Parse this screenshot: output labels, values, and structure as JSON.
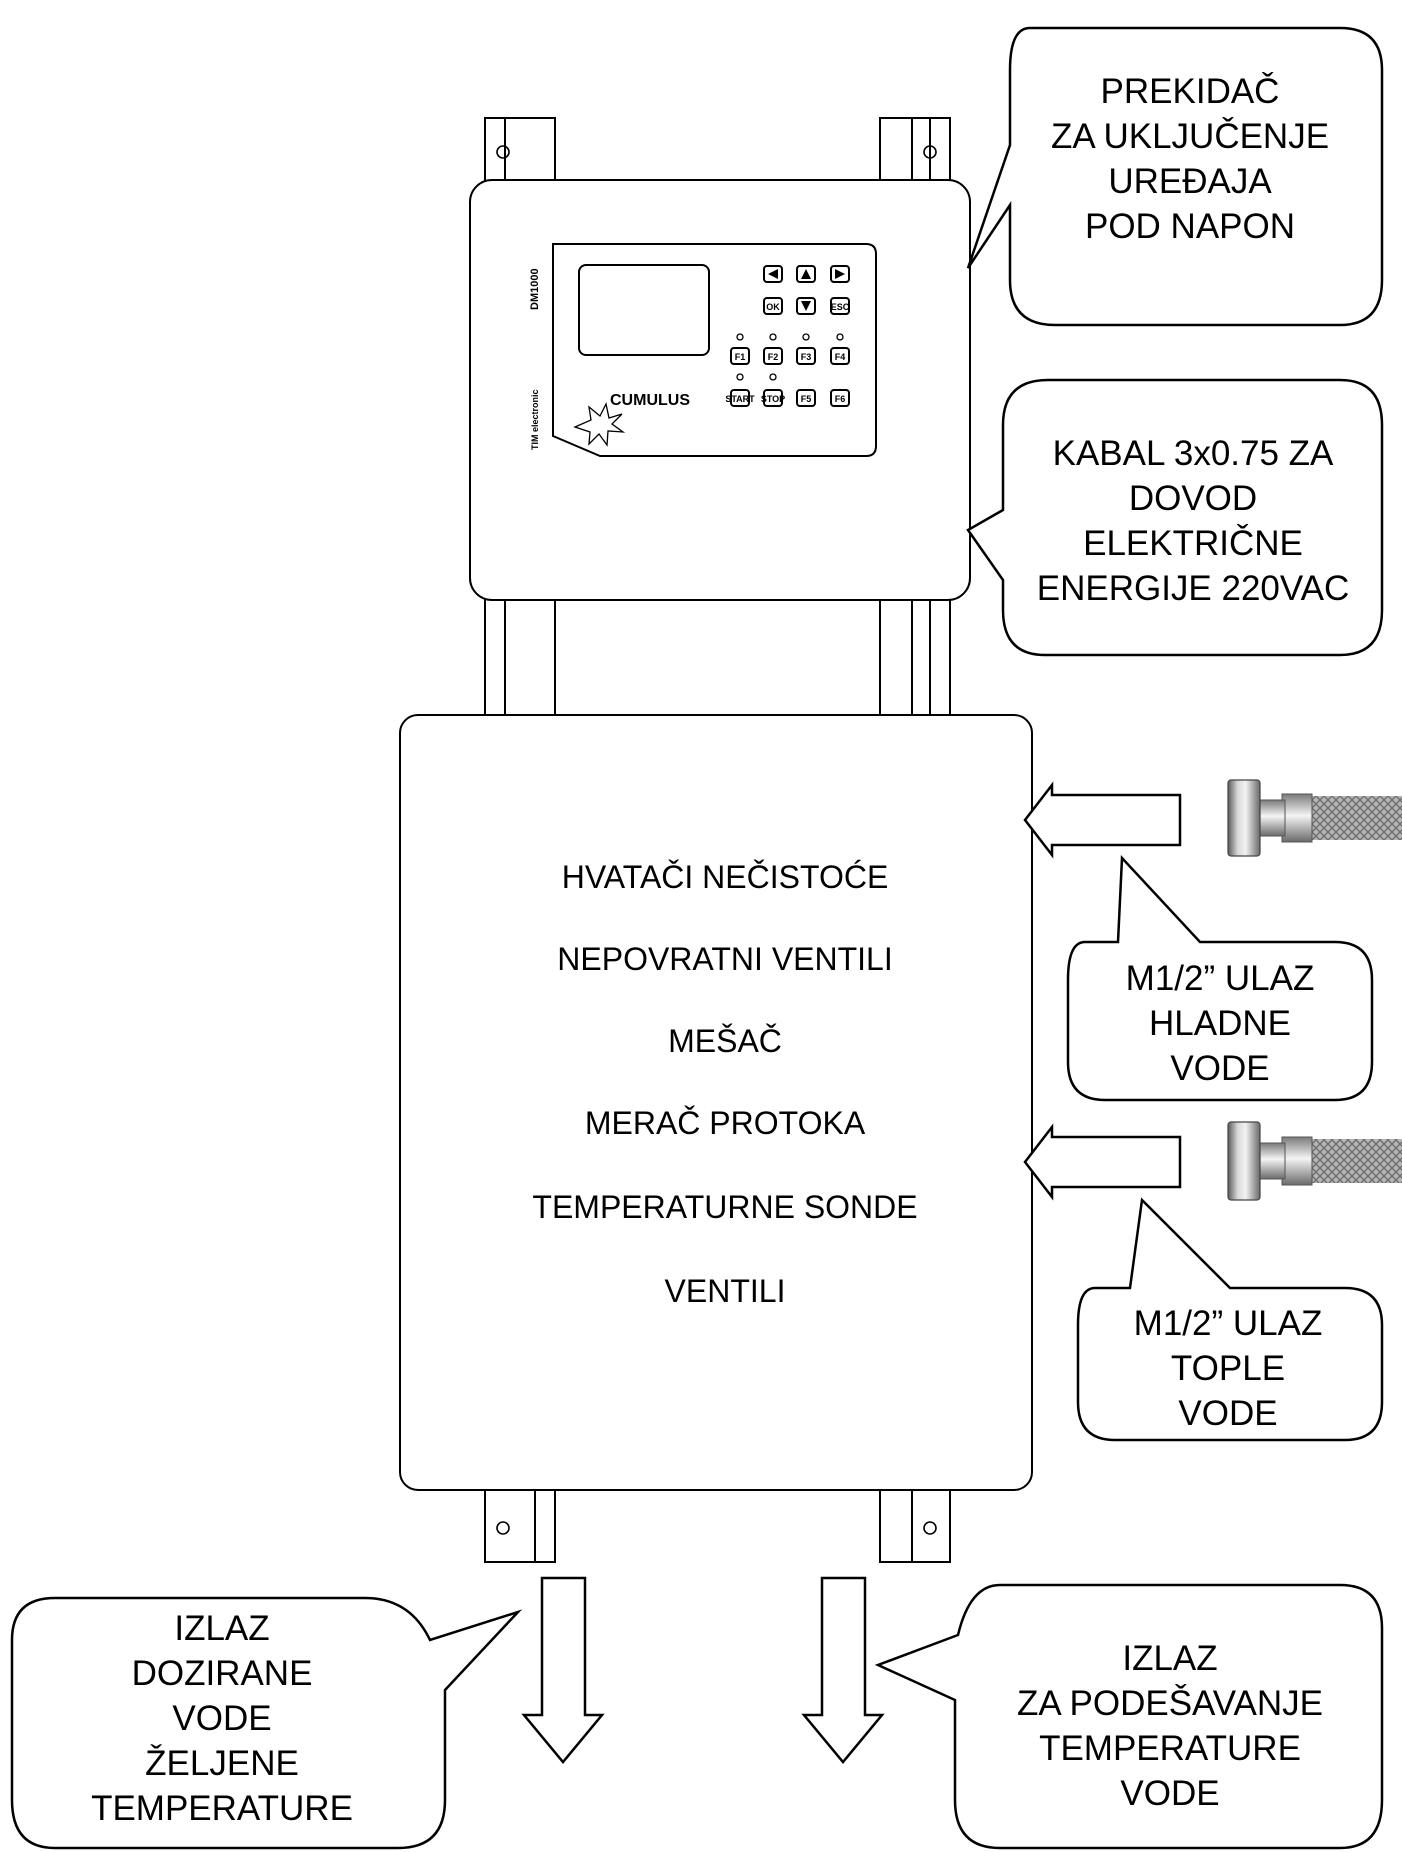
{
  "device": {
    "model": "DM1000",
    "brand": "TIM electronic",
    "product_name": "CUMULUS",
    "nav_buttons": [
      {
        "name": "left",
        "icon": "arrow-left-icon"
      },
      {
        "name": "up",
        "icon": "arrow-up-icon"
      },
      {
        "name": "right",
        "icon": "arrow-right-icon"
      },
      {
        "name": "ok",
        "label": "OK"
      },
      {
        "name": "down",
        "icon": "arrow-down-icon"
      },
      {
        "name": "esc",
        "label": "ESC"
      }
    ],
    "function_buttons": [
      "F1",
      "F2",
      "F3",
      "F4"
    ],
    "bottom_buttons": [
      "START",
      "STOP",
      "F5",
      "F6"
    ]
  },
  "callouts": {
    "power_switch": [
      "PREKIDAČ",
      "ZA UKLJUČENJE",
      "UREĐAJA",
      "POD NAPON"
    ],
    "power_cable": [
      "KABAL 3x0.75 ZA",
      "DOVOD",
      "ELEKTRIČNE",
      "ENERGIJE 220VAC"
    ],
    "cold_inlet": [
      "M1/2” ULAZ",
      "HLADNE",
      "VODE"
    ],
    "hot_inlet": [
      "M1/2” ULAZ",
      "TOPLE",
      "VODE"
    ],
    "outlet_dosed": [
      "IZLAZ",
      "DOZIRANE",
      "VODE",
      "ŽELJENE",
      "TEMPERATURE"
    ],
    "outlet_adjust": [
      "IZLAZ",
      "ZA PODEŠAVANJE",
      "TEMPERATURE",
      "VODE"
    ]
  },
  "components": [
    "HVATAČI NEČISTOĆE",
    "NEPOVRATNI VENTILI",
    "MEŠAČ",
    "MERAČ PROTOKA",
    "TEMPERATURNE SONDE",
    "VENTILI"
  ],
  "colors": {
    "line": "#000000",
    "background": "#ffffff",
    "fitting": "#9a9a9a",
    "hose": "#b8b8b8"
  }
}
